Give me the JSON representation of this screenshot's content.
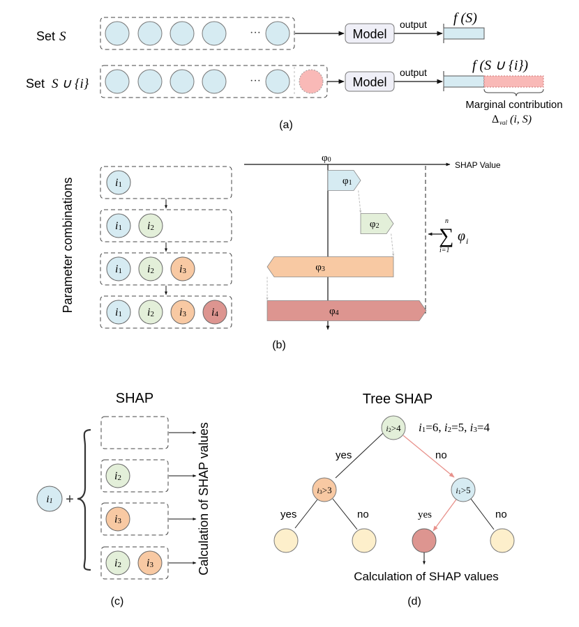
{
  "colors": {
    "blue": "#d6ebf2",
    "green": "#e3efd9",
    "orange": "#f8c9a3",
    "red": "#dd9590",
    "pink": "#f9b9b7",
    "yellow": "#fdefcb",
    "model_box": "#efeff7",
    "arrow_red": "#e8918b",
    "stroke": "#555555"
  },
  "panel_a": {
    "row1_label": "Set",
    "row1_set": "S",
    "row2_label": "Set",
    "row2_set": "S ∪ {i}",
    "ellipsis": "···",
    "model_label": "Model",
    "output_label": "output",
    "f_s": "f (S)",
    "f_s_union": "f (S ∪ {i})",
    "marginal_label": "Marginal contribution",
    "delta_label": "Δ",
    "delta_sub": "val",
    "delta_args": "(i, S)",
    "caption": "(a)"
  },
  "panel_b": {
    "y_label": "Parameter combinations",
    "phi0": "φ0",
    "axis_label": "SHAP Value",
    "rows": [
      [
        "i1"
      ],
      [
        "i1",
        "i2"
      ],
      [
        "i1",
        "i2",
        "i3"
      ],
      [
        "i1",
        "i2",
        "i3",
        "i4"
      ]
    ],
    "bars": [
      {
        "label": "φ1",
        "start": 0,
        "end": 1.0
      },
      {
        "label": "φ2",
        "start": 1.0,
        "end": 2.0
      },
      {
        "label": "φ3",
        "start": 2.0,
        "end": -1.85
      },
      {
        "label": "φ4",
        "start": -1.85,
        "end": 3.0
      }
    ],
    "sum_sup": "n",
    "sum_sym": "∑",
    "sum_sub": "i=1",
    "sum_term": "φ",
    "sum_term_sub": "i",
    "caption": "(b)"
  },
  "panel_c": {
    "title": "SHAP",
    "base": "i1",
    "plus": "+",
    "subsets": [
      [],
      [
        "i2"
      ],
      [
        "i3"
      ],
      [
        "i2",
        "i3"
      ]
    ],
    "side_label": "Calculation of SHAP values",
    "caption": "(c)"
  },
  "panel_d": {
    "title": "Tree SHAP",
    "root": "i2>4",
    "left": "i3>3",
    "right": "i1>5",
    "values_text": "i1=6, i2=5, i3=4",
    "edge_yes": "yes",
    "edge_no": "no",
    "bottom_label": "Calculation of SHAP values",
    "caption": "(d)"
  }
}
